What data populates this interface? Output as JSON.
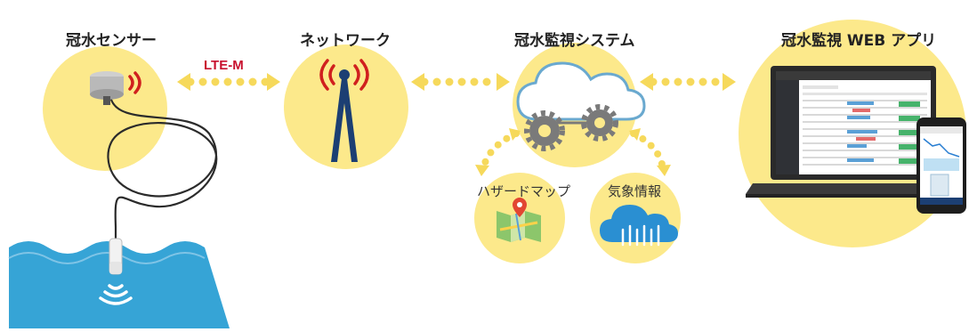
{
  "nodes": {
    "sensor": {
      "label": "冠水センサー"
    },
    "network": {
      "label": "ネットワーク"
    },
    "system": {
      "label": "冠水監視システム"
    },
    "webapp": {
      "label": "冠水監視 WEB アプリ"
    },
    "hazard_map": {
      "label": "ハザードマップ"
    },
    "weather": {
      "label": "気象情報"
    }
  },
  "links": {
    "sensor_network": {
      "label": "LTE-M"
    }
  },
  "colors": {
    "circle": "#fce98b",
    "connector": "#f6d95b",
    "water": "#36a4d6",
    "signal": "#d0201e",
    "antenna": "#1c3f73",
    "gear": "#7a7a7a",
    "cloud_outline": "#6aa9cf"
  },
  "icons": [
    "sensor-device-icon",
    "antenna-icon",
    "cloud-gears-icon",
    "map-pin-icon",
    "rain-cloud-icon",
    "laptop-icon",
    "smartphone-icon",
    "water-signal-icon"
  ]
}
